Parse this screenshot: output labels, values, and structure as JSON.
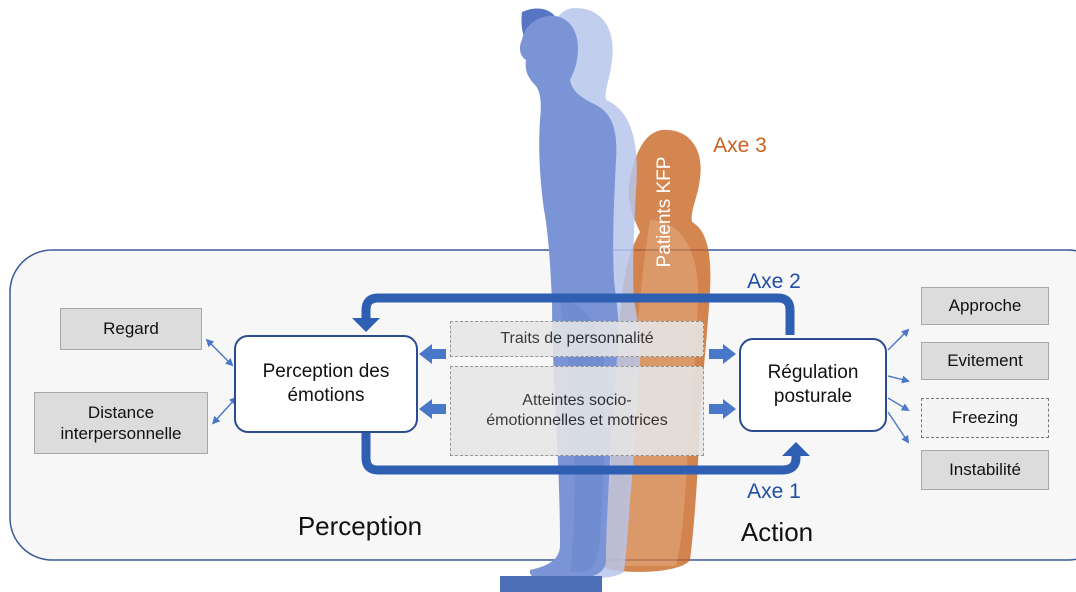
{
  "left_items": [
    "Regard",
    "Distance interpersonnelle"
  ],
  "perception_box": "Perception des émotions",
  "regulation_box": "Régulation posturale",
  "middle_items": [
    "Traits de personnalité",
    "Atteintes socio-émotionnelles et motrices"
  ],
  "right_items": [
    "Approche",
    "Evitement",
    "Freezing",
    "Instabilité"
  ],
  "section_labels": {
    "perception": "Perception",
    "action": "Action"
  },
  "axes": {
    "axe1": "Axe 1",
    "axe2": "Axe 2",
    "axe3": "Axe 3"
  },
  "patients_label": "Patients KFP",
  "colors": {
    "blue_figure": "#7b94d6",
    "orange_figure": "#c9651f",
    "arrow_blue": "#2f5fb3",
    "axe_blue": "#1f4ea3",
    "axe_orange": "#c9601e"
  }
}
